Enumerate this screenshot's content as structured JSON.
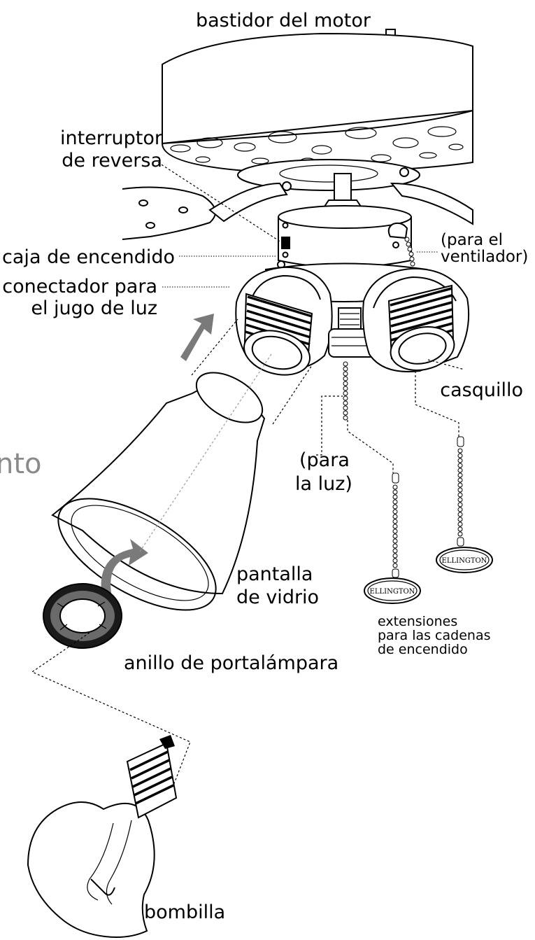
{
  "labels": {
    "motor_housing": "bastidor del motor",
    "reverse_switch_line1": "interruptor",
    "reverse_switch_line2": "de reversa",
    "switch_housing": "caja de encendido",
    "fitter_line1": "conectador para",
    "fitter_line2": "el jugo de luz",
    "fan_chain_line1": "(para el",
    "fan_chain_line2": "ventilador)",
    "socket": "casquillo",
    "light_chain_line1": "(para",
    "light_chain_line2": "la luz)",
    "glass_shade_line1": "pantalla",
    "glass_shade_line2": "de vidrio",
    "extensions_line1": "extensiones",
    "extensions_line2": "para las cadenas",
    "extensions_line3": "de encendido",
    "lamp_ring": "anillo de portalámpara",
    "bulb": "bombilla",
    "partial_text": "nto"
  },
  "fob_brand": "ELLINGTON",
  "colors": {
    "outline": "#000000",
    "arrow": "#7a7a7a",
    "partial_text": "#8a8a8a"
  }
}
